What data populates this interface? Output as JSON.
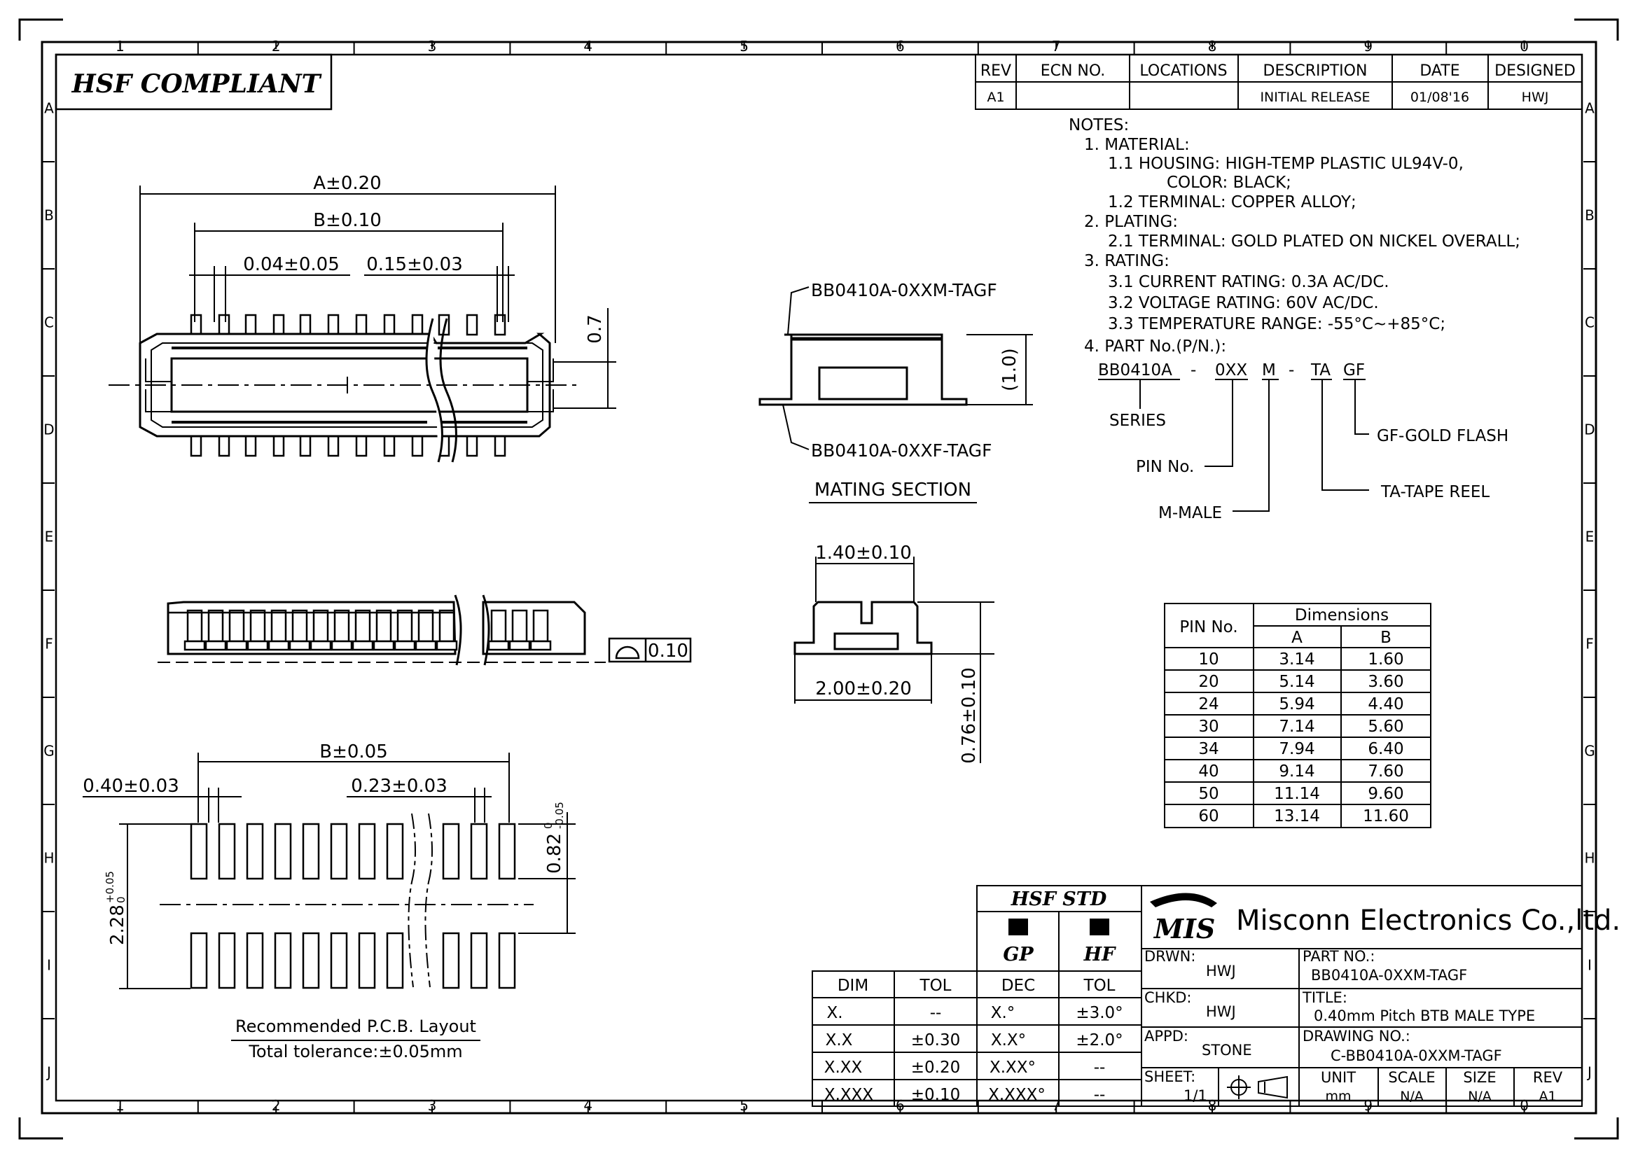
{
  "frame": {
    "cols_top": [
      "1",
      "2",
      "3",
      "4",
      "5",
      "6",
      "7",
      "8",
      "9",
      "0"
    ],
    "rows": [
      "A",
      "B",
      "C",
      "D",
      "E",
      "F",
      "G",
      "H",
      "I",
      "J"
    ]
  },
  "hsf_box": {
    "label": "HSF COMPLIANT"
  },
  "revision": {
    "headers": [
      "REV",
      "ECN NO.",
      "LOCATIONS",
      "DESCRIPTION",
      "DATE",
      "DESIGNED"
    ],
    "row": [
      "A1",
      "",
      "",
      "INITIAL RELEASE",
      "01/08'16",
      "HWJ"
    ]
  },
  "notes": {
    "lines": [
      "NOTES:",
      "1. MATERIAL:",
      "1.1 HOUSING: HIGH-TEMP PLASTIC UL94V-0,",
      "COLOR: BLACK;",
      "1.2 TERMINAL: COPPER ALLOY;",
      "2. PLATING:",
      "2.1 TERMINAL: GOLD PLATED ON NICKEL OVERALL;",
      "3. RATING:",
      "3.1 CURRENT RATING: 0.3A AC/DC.",
      "3.2 VOLTAGE RATING: 60V AC/DC.",
      "3.3 TEMPERATURE RANGE: -55°C~+85°C;",
      "4. PART No.(P/N.):"
    ]
  },
  "part_code": {
    "segments": [
      "BB0410A",
      "-",
      "0XX",
      "M",
      "-",
      "TA",
      "GF"
    ],
    "series": "SERIES",
    "pin_no": "PIN No.",
    "male": "M-MALE",
    "tape": "TA-TAPE REEL",
    "gold": "GF-GOLD FLASH"
  },
  "top_view": {
    "dim_a": "A±0.20",
    "dim_b": "B±0.10",
    "dim_pin_w": "0.04±0.05",
    "dim_pitch": "0.15±0.03",
    "dim_h": "0.7"
  },
  "mating": {
    "male_label": "BB0410A-0XXM-TAGF",
    "female_label": "BB0410A-0XXF-TAGF",
    "height": "(1.0)",
    "title": "MATING SECTION"
  },
  "side_view": {
    "flatness": "0.10"
  },
  "section_view": {
    "width_top": "1.40±0.10",
    "width_bottom": "2.00±0.20",
    "height": "0.76±0.10"
  },
  "pcb": {
    "dim_b": "B±0.05",
    "dim_pad_w": "0.40±0.03",
    "dim_pad_g": "0.23±0.03",
    "dim_pad_h": "0.82",
    "dim_pad_h_tol_top": "0",
    "dim_pad_h_tol_bot": "-0.05",
    "dim_span": "2.28",
    "dim_span_tol_top": "+0.05",
    "dim_span_tol_bot": "0",
    "title": "Recommended P.C.B. Layout",
    "tolerance": "Total tolerance:±0.05mm"
  },
  "dims_table": {
    "header_pin": "PIN No.",
    "header_dims": "Dimensions",
    "header_a": "A",
    "header_b": "B",
    "rows": [
      [
        "10",
        "3.14",
        "1.60"
      ],
      [
        "20",
        "5.14",
        "3.60"
      ],
      [
        "24",
        "5.94",
        "4.40"
      ],
      [
        "30",
        "7.14",
        "5.60"
      ],
      [
        "34",
        "7.94",
        "6.40"
      ],
      [
        "40",
        "9.14",
        "7.60"
      ],
      [
        "50",
        "11.14",
        "9.60"
      ],
      [
        "60",
        "13.14",
        "11.60"
      ]
    ]
  },
  "tol_table": {
    "headers": [
      "DIM",
      "TOL"
    ],
    "rows": [
      [
        "X.",
        "--"
      ],
      [
        "X.X",
        "±0.30"
      ],
      [
        "X.XX",
        "±0.20"
      ],
      [
        "X.XXX",
        "±0.10"
      ]
    ]
  },
  "hsf_std": {
    "title": "HSF STD",
    "gp": "GP",
    "hf": "HF",
    "headers": [
      "DEC",
      "TOL"
    ],
    "rows": [
      [
        "X.°",
        "±3.0°"
      ],
      [
        "X.X°",
        "±2.0°"
      ],
      [
        "X.XX°",
        "--"
      ],
      [
        "X.XXX°",
        "--"
      ]
    ]
  },
  "title_block": {
    "logo": "MIS",
    "company": "Misconn Electronics Co.,ltd.",
    "drwn_label": "DRWN:",
    "drwn": "HWJ",
    "chkd_label": "CHKD:",
    "chkd": "HWJ",
    "appd_label": "APPD:",
    "appd": "STONE",
    "sheet_label": "SHEET:",
    "sheet": "1/1",
    "part_label": "PART NO.:",
    "part": "BB0410A-0XXM-TAGF",
    "title_label": "TITLE:",
    "title": "0.40mm Pitch BTB MALE TYPE",
    "drawing_label": "DRAWING NO.:",
    "drawing": "C-BB0410A-0XXM-TAGF",
    "unit_label": "UNIT",
    "unit": "mm",
    "scale_label": "SCALE",
    "scale": "N/A",
    "size_label": "SIZE",
    "size": "N/A",
    "rev_label": "REV",
    "rev": "A1"
  }
}
